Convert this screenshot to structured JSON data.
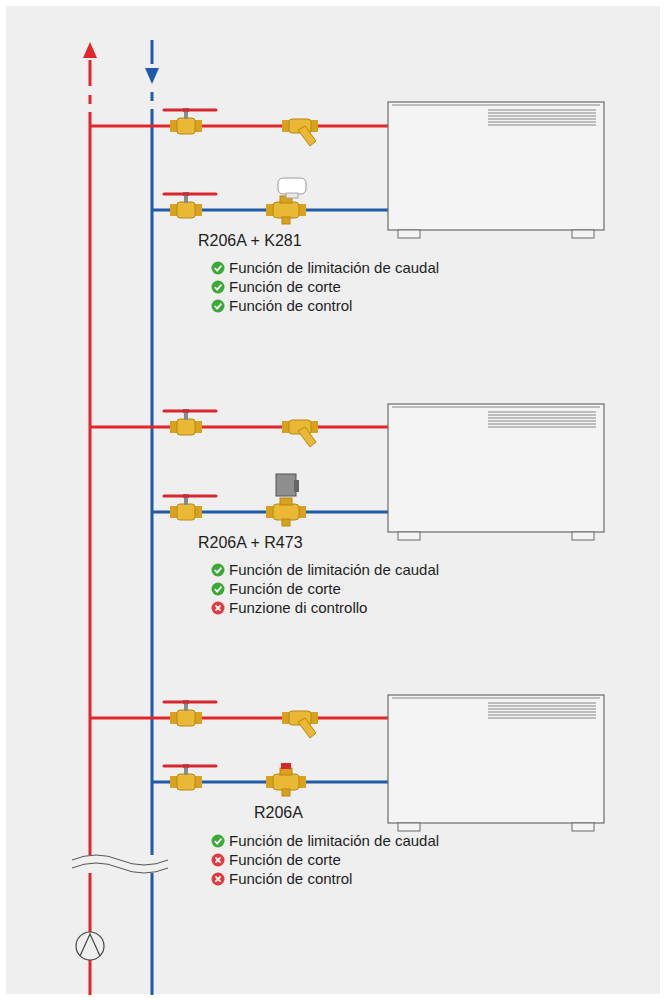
{
  "diagram": {
    "labels": [
      "R206A + K281",
      "Función de limitación de caudal",
      "Función de corte",
      "Función de control",
      "R206A + R473",
      "Función de limitación de caudal",
      "Función de corte",
      "Funzione di controllo",
      "R206A",
      "Función de limitación de caudal",
      "Función de corte",
      "Función de control"
    ]
  }
}
